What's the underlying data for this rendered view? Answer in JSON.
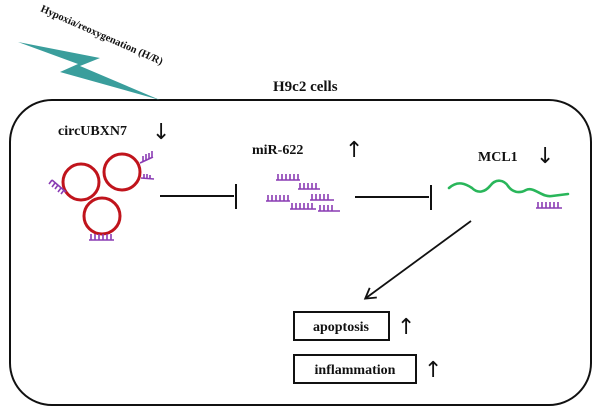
{
  "stimulus": {
    "label": "Hypoxia/reoxygenation (H/R)"
  },
  "cell": {
    "label": "H9c2 cells"
  },
  "nodes": {
    "circ": {
      "label": "circUBXN7",
      "direction": "↓"
    },
    "mirna": {
      "label": "miR-622",
      "direction": "↑"
    },
    "mrna": {
      "label": "MCL1",
      "direction": "↓"
    }
  },
  "outcomes": {
    "apoptosis": {
      "label": "apoptosis",
      "direction": "↑"
    },
    "inflammation": {
      "label": "inflammation",
      "direction": "↑"
    }
  },
  "colors": {
    "lightning": "#3a9e9c",
    "circ_ring": "#c0141c",
    "mirna": "#8a3cb4",
    "mrna_strand": "#29b65a"
  }
}
